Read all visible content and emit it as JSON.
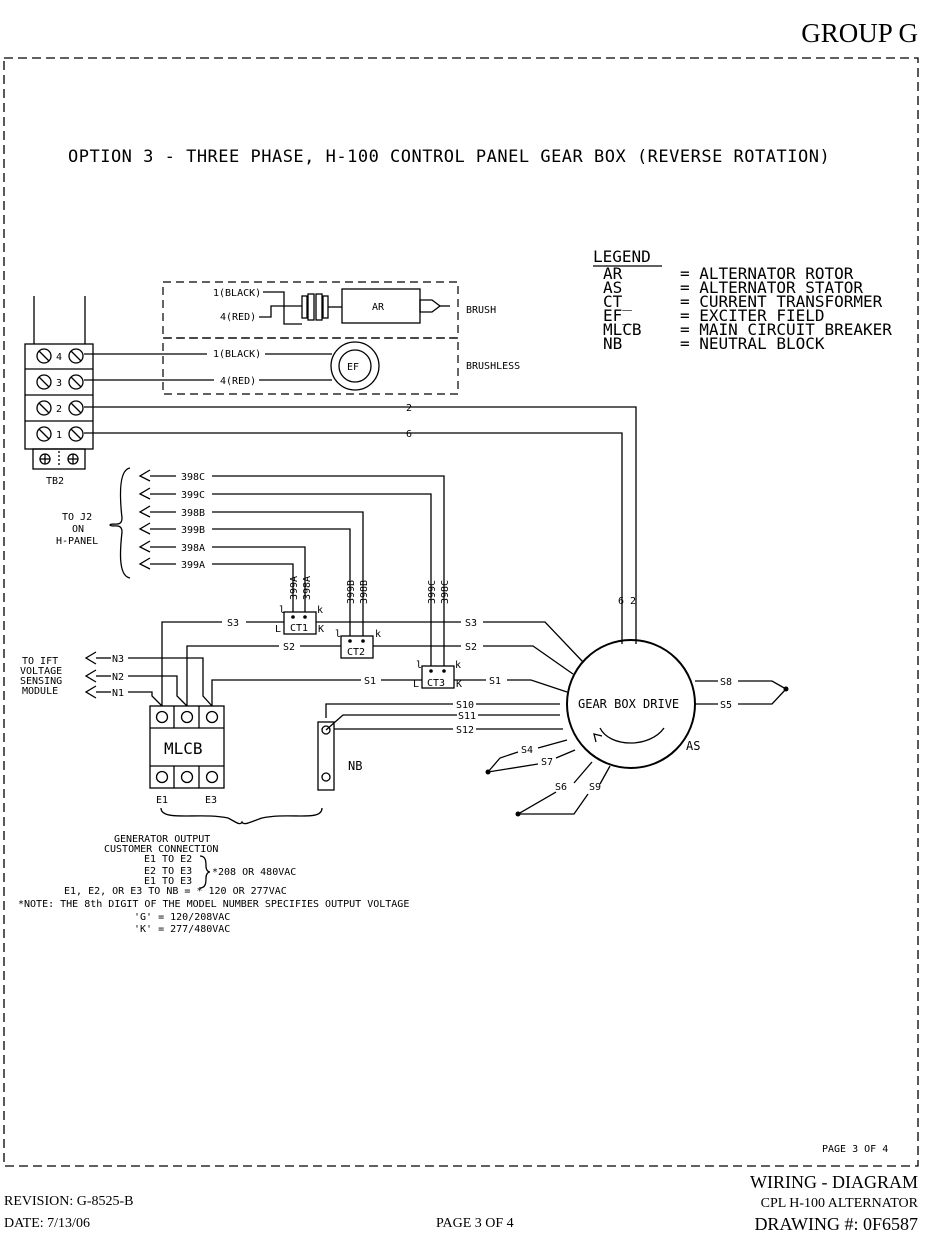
{
  "header": {
    "group": "GROUP G"
  },
  "diagram": {
    "title": "OPTION 3 - THREE PHASE, H-100 CONTROL PANEL GEAR BOX (REVERSE ROTATION)",
    "legend": {
      "heading": "LEGEND",
      "entries": [
        {
          "abbr": "AR",
          "def": "= ALTERNATOR ROTOR"
        },
        {
          "abbr": "AS",
          "def": "= ALTERNATOR STATOR"
        },
        {
          "abbr": "CT_",
          "def": "= CURRENT TRANSFORMER"
        },
        {
          "abbr": "EF_",
          "def": "= EXCITER FIELD"
        },
        {
          "abbr": "MLCB",
          "def": "= MAIN CIRCUIT BREAKER"
        },
        {
          "abbr": "NB",
          "def": "= NEUTRAL BLOCK"
        }
      ]
    },
    "brush": {
      "label": "BRUSH",
      "black": "1(BLACK)",
      "red": "4(RED)",
      "ar": "AR"
    },
    "brushless": {
      "label": "BRUSHLESS",
      "black": "1(BLACK)",
      "red": "4(RED)",
      "ef": "EF"
    },
    "tb2": {
      "label": "TB2",
      "terminals": [
        "4",
        "3",
        "2",
        "1"
      ]
    },
    "wires": {
      "w2": "2",
      "w6": "6",
      "w62": "6 2"
    },
    "j2": {
      "label": [
        "TO J2",
        "ON",
        "H-PANEL"
      ],
      "leads": [
        "398C",
        "399C",
        "398B",
        "399B",
        "398A",
        "399A"
      ]
    },
    "ct": {
      "ct1": "CT1",
      "ct2": "CT2",
      "ct3": "CT3",
      "l": "L",
      "k": "K",
      "ls": "l",
      "ks": "k",
      "ct1_leads": [
        "399A",
        "398A"
      ],
      "ct2_leads": [
        "399B",
        "398B"
      ],
      "ct3_leads": [
        "399C",
        "398C"
      ]
    },
    "ift": {
      "label": [
        "TO IFT",
        "VOLTAGE",
        "SENSING",
        "MODULE"
      ],
      "leads": [
        "N3",
        "N2",
        "N1"
      ]
    },
    "stator": {
      "drive": "GEAR BOX DRIVE",
      "as": "AS",
      "leads": [
        "S3",
        "S2",
        "S1",
        "S10",
        "S11",
        "S12",
        "S4",
        "S7",
        "S6",
        "S9",
        "S8",
        "S5"
      ]
    },
    "mlcb": {
      "label": "MLCB",
      "e1": "E1",
      "e3": "E3"
    },
    "nb": "NB",
    "notes": [
      "GENERATOR OUTPUT",
      "CUSTOMER CONNECTION",
      "E1 TO E2",
      "E2 TO E3",
      "E1 TO E3",
      "*208 OR 480VAC",
      "E1, E2, OR E3 TO NB = * 120 OR 277VAC",
      "*NOTE: THE 8th DIGIT OF THE MODEL NUMBER SPECIFIES OUTPUT VOLTAGE",
      "'G' = 120/208VAC",
      "'K' = 277/480VAC"
    ],
    "page_box": "PAGE 3 OF 4"
  },
  "footer": {
    "revision": "REVISION: G-8525-B",
    "date": "DATE: 7/13/06",
    "page": "PAGE 3 OF 4",
    "wiring": "WIRING - DIAGRAM",
    "model": "CPL H-100 ALTERNATOR",
    "drawing": "DRAWING #: 0F6587"
  }
}
